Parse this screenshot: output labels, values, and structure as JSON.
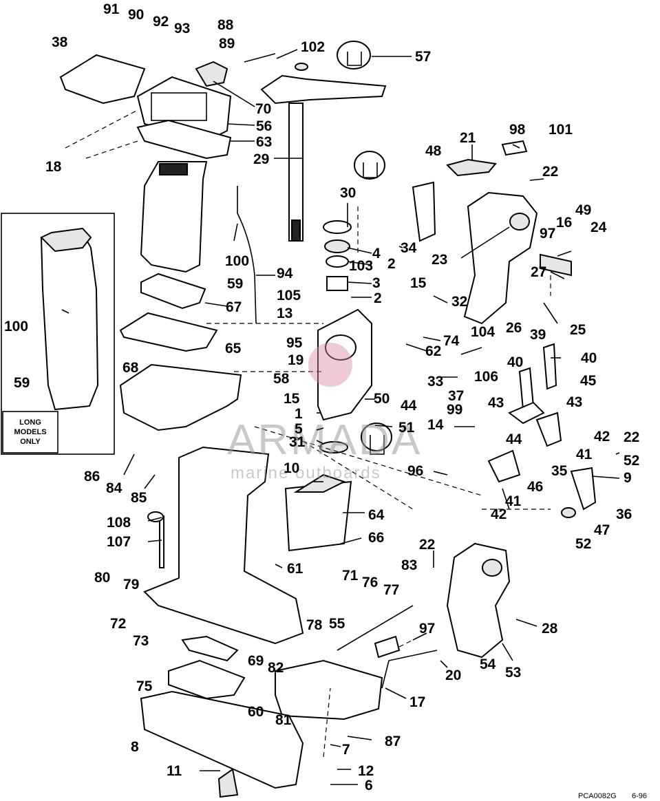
{
  "diagram": {
    "callouts": [
      {
        "id": "91",
        "label": "91"
      },
      {
        "id": "90",
        "label": "90"
      },
      {
        "id": "92",
        "label": "92"
      },
      {
        "id": "93",
        "label": "93"
      },
      {
        "id": "88",
        "label": "88"
      },
      {
        "id": "89",
        "label": "89"
      },
      {
        "id": "102",
        "label": "102"
      },
      {
        "id": "57",
        "label": "57"
      },
      {
        "id": "38",
        "label": "38"
      },
      {
        "id": "70",
        "label": "70"
      },
      {
        "id": "56",
        "label": "56"
      },
      {
        "id": "63",
        "label": "63"
      },
      {
        "id": "18",
        "label": "18"
      },
      {
        "id": "29",
        "label": "29"
      },
      {
        "id": "21",
        "label": "21"
      },
      {
        "id": "98",
        "label": "98"
      },
      {
        "id": "101",
        "label": "101"
      },
      {
        "id": "48",
        "label": "48"
      },
      {
        "id": "22a",
        "label": "22"
      },
      {
        "id": "49",
        "label": "49"
      },
      {
        "id": "16",
        "label": "16"
      },
      {
        "id": "97a",
        "label": "97"
      },
      {
        "id": "24",
        "label": "24"
      },
      {
        "id": "30",
        "label": "30"
      },
      {
        "id": "4",
        "label": "4"
      },
      {
        "id": "34",
        "label": "34"
      },
      {
        "id": "23",
        "label": "23"
      },
      {
        "id": "100a",
        "label": "100"
      },
      {
        "id": "103",
        "label": "103"
      },
      {
        "id": "2a",
        "label": "2"
      },
      {
        "id": "3",
        "label": "3"
      },
      {
        "id": "15a",
        "label": "15"
      },
      {
        "id": "27",
        "label": "27"
      },
      {
        "id": "59a",
        "label": "59"
      },
      {
        "id": "94",
        "label": "94"
      },
      {
        "id": "2b",
        "label": "2"
      },
      {
        "id": "32",
        "label": "32"
      },
      {
        "id": "105",
        "label": "105"
      },
      {
        "id": "67",
        "label": "67"
      },
      {
        "id": "13",
        "label": "13"
      },
      {
        "id": "26",
        "label": "26"
      },
      {
        "id": "25",
        "label": "25"
      },
      {
        "id": "100b",
        "label": "100"
      },
      {
        "id": "74",
        "label": "74"
      },
      {
        "id": "104",
        "label": "104"
      },
      {
        "id": "39",
        "label": "39"
      },
      {
        "id": "95",
        "label": "95"
      },
      {
        "id": "65",
        "label": "65"
      },
      {
        "id": "62",
        "label": "62"
      },
      {
        "id": "19",
        "label": "19"
      },
      {
        "id": "40a",
        "label": "40"
      },
      {
        "id": "40b",
        "label": "40"
      },
      {
        "id": "68",
        "label": "68"
      },
      {
        "id": "58",
        "label": "58"
      },
      {
        "id": "106",
        "label": "106"
      },
      {
        "id": "33",
        "label": "33"
      },
      {
        "id": "59b",
        "label": "59"
      },
      {
        "id": "45",
        "label": "45"
      },
      {
        "id": "37",
        "label": "37"
      },
      {
        "id": "15b",
        "label": "15"
      },
      {
        "id": "50",
        "label": "50"
      },
      {
        "id": "44a",
        "label": "44"
      },
      {
        "id": "43a",
        "label": "43"
      },
      {
        "id": "99",
        "label": "99"
      },
      {
        "id": "43b",
        "label": "43"
      },
      {
        "id": "1",
        "label": "1"
      },
      {
        "id": "14",
        "label": "14"
      },
      {
        "id": "51",
        "label": "51"
      },
      {
        "id": "42a",
        "label": "42"
      },
      {
        "id": "5",
        "label": "5"
      },
      {
        "id": "44b",
        "label": "44"
      },
      {
        "id": "22b",
        "label": "22"
      },
      {
        "id": "31",
        "label": "31"
      },
      {
        "id": "41a",
        "label": "41"
      },
      {
        "id": "52a",
        "label": "52"
      },
      {
        "id": "86",
        "label": "86"
      },
      {
        "id": "10",
        "label": "10"
      },
      {
        "id": "96",
        "label": "96"
      },
      {
        "id": "35",
        "label": "35"
      },
      {
        "id": "9",
        "label": "9"
      },
      {
        "id": "84",
        "label": "84"
      },
      {
        "id": "85",
        "label": "85"
      },
      {
        "id": "46",
        "label": "46"
      },
      {
        "id": "36",
        "label": "36"
      },
      {
        "id": "41b",
        "label": "41"
      },
      {
        "id": "42b",
        "label": "42"
      },
      {
        "id": "64",
        "label": "64"
      },
      {
        "id": "108",
        "label": "108"
      },
      {
        "id": "47",
        "label": "47"
      },
      {
        "id": "66",
        "label": "66"
      },
      {
        "id": "52b",
        "label": "52"
      },
      {
        "id": "107",
        "label": "107"
      },
      {
        "id": "22c",
        "label": "22"
      },
      {
        "id": "61",
        "label": "61"
      },
      {
        "id": "83",
        "label": "83"
      },
      {
        "id": "80",
        "label": "80"
      },
      {
        "id": "71",
        "label": "71"
      },
      {
        "id": "76",
        "label": "76"
      },
      {
        "id": "79",
        "label": "79"
      },
      {
        "id": "77",
        "label": "77"
      },
      {
        "id": "28",
        "label": "28"
      },
      {
        "id": "72",
        "label": "72"
      },
      {
        "id": "55",
        "label": "55"
      },
      {
        "id": "78",
        "label": "78"
      },
      {
        "id": "97b",
        "label": "97"
      },
      {
        "id": "73",
        "label": "73"
      },
      {
        "id": "69",
        "label": "69"
      },
      {
        "id": "82",
        "label": "82"
      },
      {
        "id": "54",
        "label": "54"
      },
      {
        "id": "20",
        "label": "20"
      },
      {
        "id": "53",
        "label": "53"
      },
      {
        "id": "75",
        "label": "75"
      },
      {
        "id": "17",
        "label": "17"
      },
      {
        "id": "60",
        "label": "60"
      },
      {
        "id": "81",
        "label": "81"
      },
      {
        "id": "8",
        "label": "8"
      },
      {
        "id": "87",
        "label": "87"
      },
      {
        "id": "7",
        "label": "7"
      },
      {
        "id": "11",
        "label": "11"
      },
      {
        "id": "12",
        "label": "12"
      },
      {
        "id": "6",
        "label": "6"
      }
    ],
    "inset_note": {
      "line1": "LONG",
      "line2": "MODELS",
      "line3": "ONLY"
    },
    "figure_code": "PCA0082G",
    "figure_date": "6-96"
  },
  "watermark": {
    "line1": "ARMADA",
    "line2": "marine outboards"
  },
  "colors": {
    "ink": "#000000",
    "watermark_grey": "#9a9a9a",
    "watermark_logo": "#d98aa6"
  }
}
